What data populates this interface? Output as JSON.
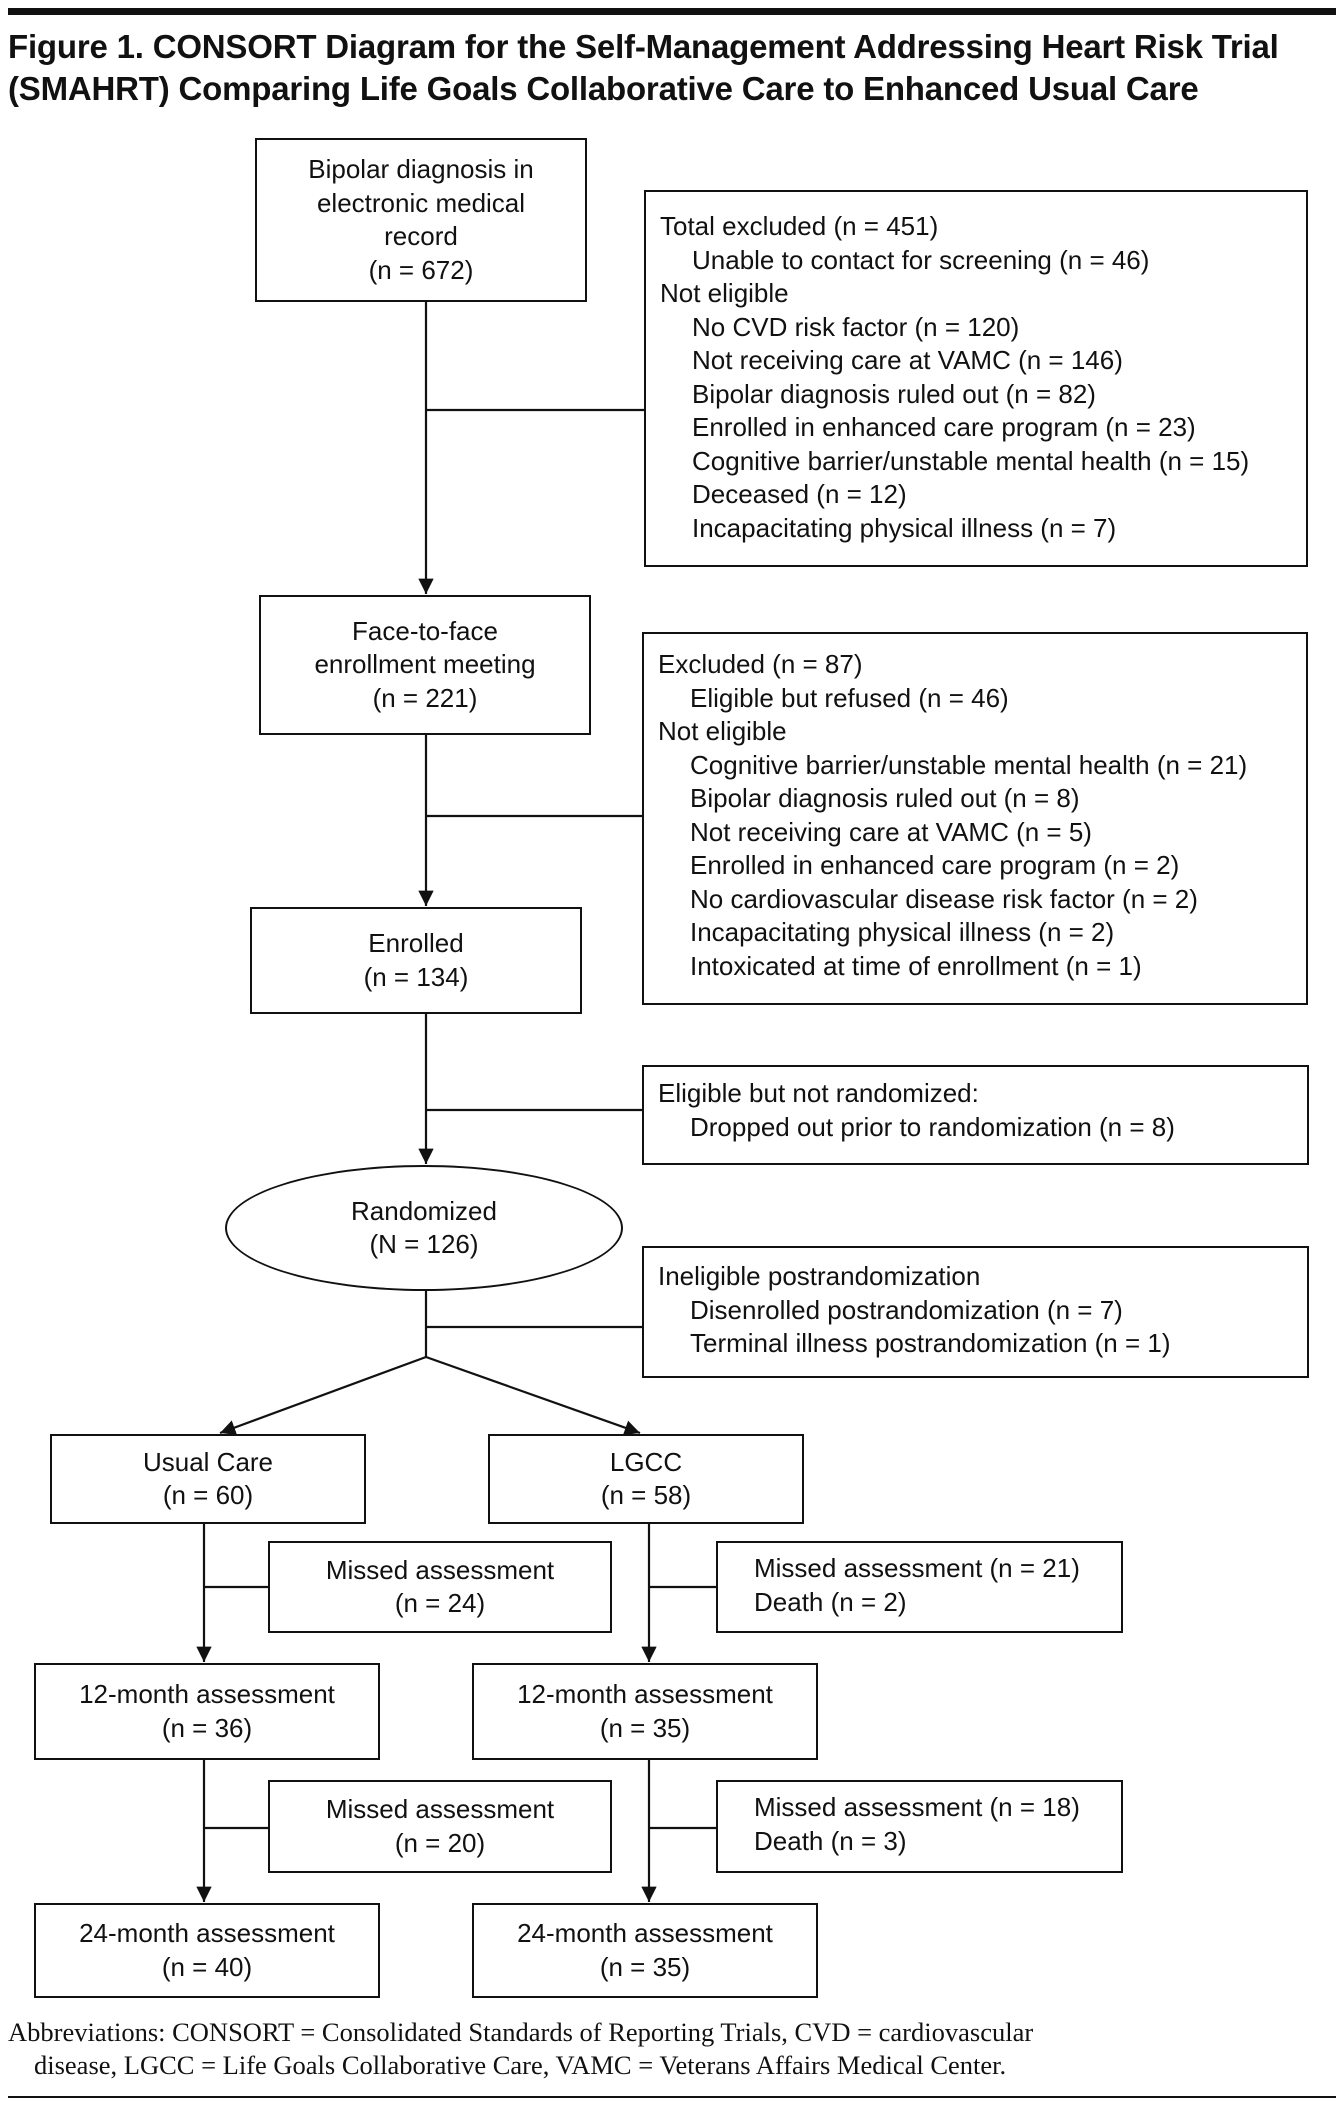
{
  "title": {
    "line1": "Figure 1. CONSORT Diagram for the Self-Management Addressing Heart Risk Trial",
    "line2": "(SMAHRT) Comparing Life Goals Collaborative Care to Enhanced Usual Care"
  },
  "flow": {
    "bipolar_dx": {
      "lines": [
        "Bipolar diagnosis in",
        "electronic medical",
        "record",
        "(n = 672)"
      ]
    },
    "excluded_1": {
      "total": "Total excluded (n = 451)",
      "unable": "Unable to contact for screening (n = 46)",
      "not_eligible": "Not eligible",
      "reasons": [
        "No CVD risk factor (n = 120)",
        "Not receiving care at VAMC (n = 146)",
        "Bipolar diagnosis ruled out (n = 82)",
        "Enrolled in enhanced care program (n = 23)",
        "Cognitive barrier/unstable mental health (n = 15)",
        "Deceased (n = 12)",
        "Incapacitating physical illness (n = 7)"
      ]
    },
    "enrollment_meeting": {
      "lines": [
        "Face-to-face",
        "enrollment meeting",
        "(n = 221)"
      ]
    },
    "excluded_2": {
      "total": "Excluded (n = 87)",
      "refused": "Eligible but refused (n = 46)",
      "not_eligible": "Not eligible",
      "reasons": [
        "Cognitive barrier/unstable mental health (n = 21)",
        "Bipolar diagnosis ruled out (n = 8)",
        "Not receiving care at VAMC (n = 5)",
        "Enrolled in enhanced care program (n = 2)",
        "No cardiovascular disease risk factor (n = 2)",
        "Incapacitating physical illness (n = 2)",
        "Intoxicated at time of enrollment (n = 1)"
      ]
    },
    "enrolled": {
      "lines": [
        "Enrolled",
        "(n = 134)"
      ]
    },
    "not_randomized": {
      "title": "Eligible but not randomized:",
      "reasons": [
        "Dropped out prior to randomization (n = 8)"
      ]
    },
    "randomized": {
      "lines": [
        "Randomized",
        "(N = 126)"
      ]
    },
    "ineligible_post": {
      "title": "Ineligible postrandomization",
      "reasons": [
        "Disenrolled postrandomization (n = 7)",
        "Terminal illness postrandomization (n = 1)"
      ]
    },
    "usual_care": {
      "arm": {
        "lines": [
          "Usual Care",
          "(n = 60)"
        ]
      },
      "missed_12": {
        "lines": [
          "Missed assessment",
          "(n = 24)"
        ]
      },
      "assess_12": {
        "lines": [
          "12-month assessment",
          "(n = 36)"
        ]
      },
      "missed_24": {
        "lines": [
          "Missed assessment",
          "(n = 20)"
        ]
      },
      "assess_24": {
        "lines": [
          "24-month assessment",
          "(n = 40)"
        ]
      }
    },
    "lgcc": {
      "arm": {
        "lines": [
          "LGCC",
          "(n = 58)"
        ]
      },
      "missed_12": {
        "lines": [
          "Missed assessment (n = 21)",
          "Death (n = 2)"
        ]
      },
      "assess_12": {
        "lines": [
          "12-month assessment",
          "(n = 35)"
        ]
      },
      "missed_24": {
        "lines": [
          "Missed assessment (n = 18)",
          "Death (n = 3)"
        ]
      },
      "assess_24": {
        "lines": [
          "24-month assessment",
          "(n = 35)"
        ]
      }
    }
  },
  "footnote": {
    "line1": "Abbreviations: CONSORT = Consolidated Standards of Reporting Trials, CVD = cardiovascular",
    "line2": "disease, LGCC = Life Goals Collaborative Care, VAMC = Veterans Affairs Medical Center."
  }
}
